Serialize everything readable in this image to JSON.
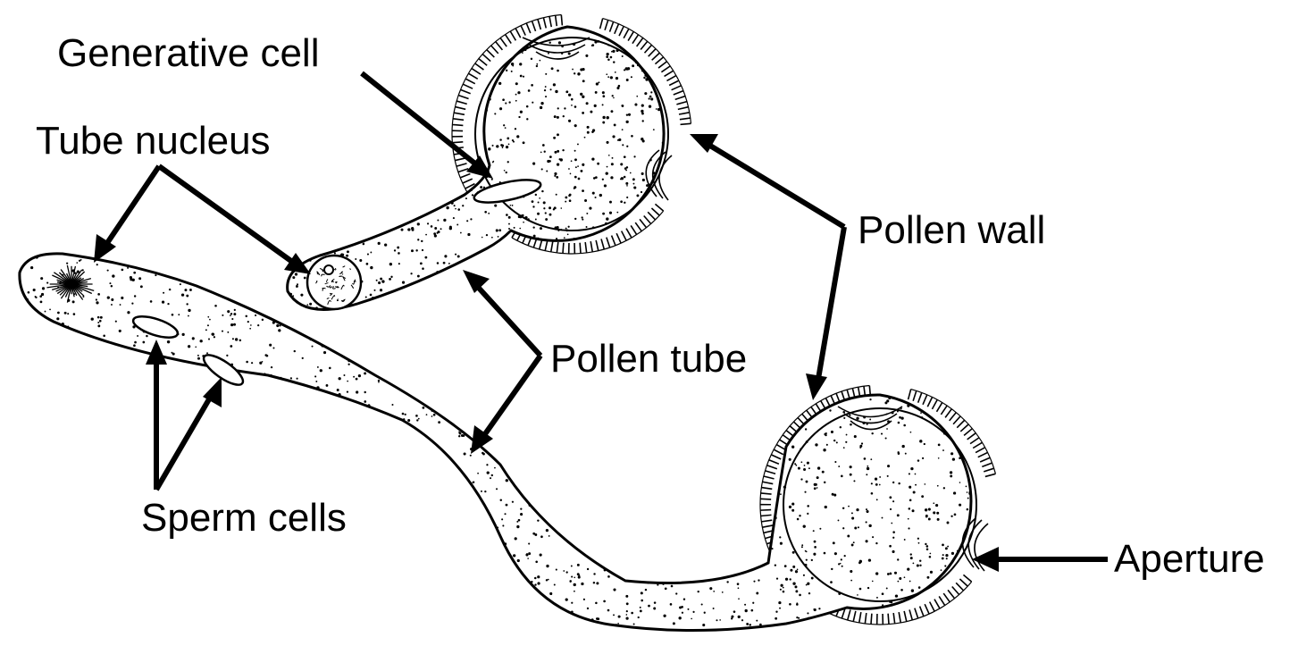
{
  "labels": {
    "generative_cell": "Generative cell",
    "tube_nucleus": "Tube nucleus",
    "pollen_wall": "Pollen wall",
    "pollen_tube": "Pollen tube",
    "sperm_cells": "Sperm cells",
    "aperture": "Aperture"
  },
  "colors": {
    "ink": "#000000",
    "background": "#ffffff"
  }
}
